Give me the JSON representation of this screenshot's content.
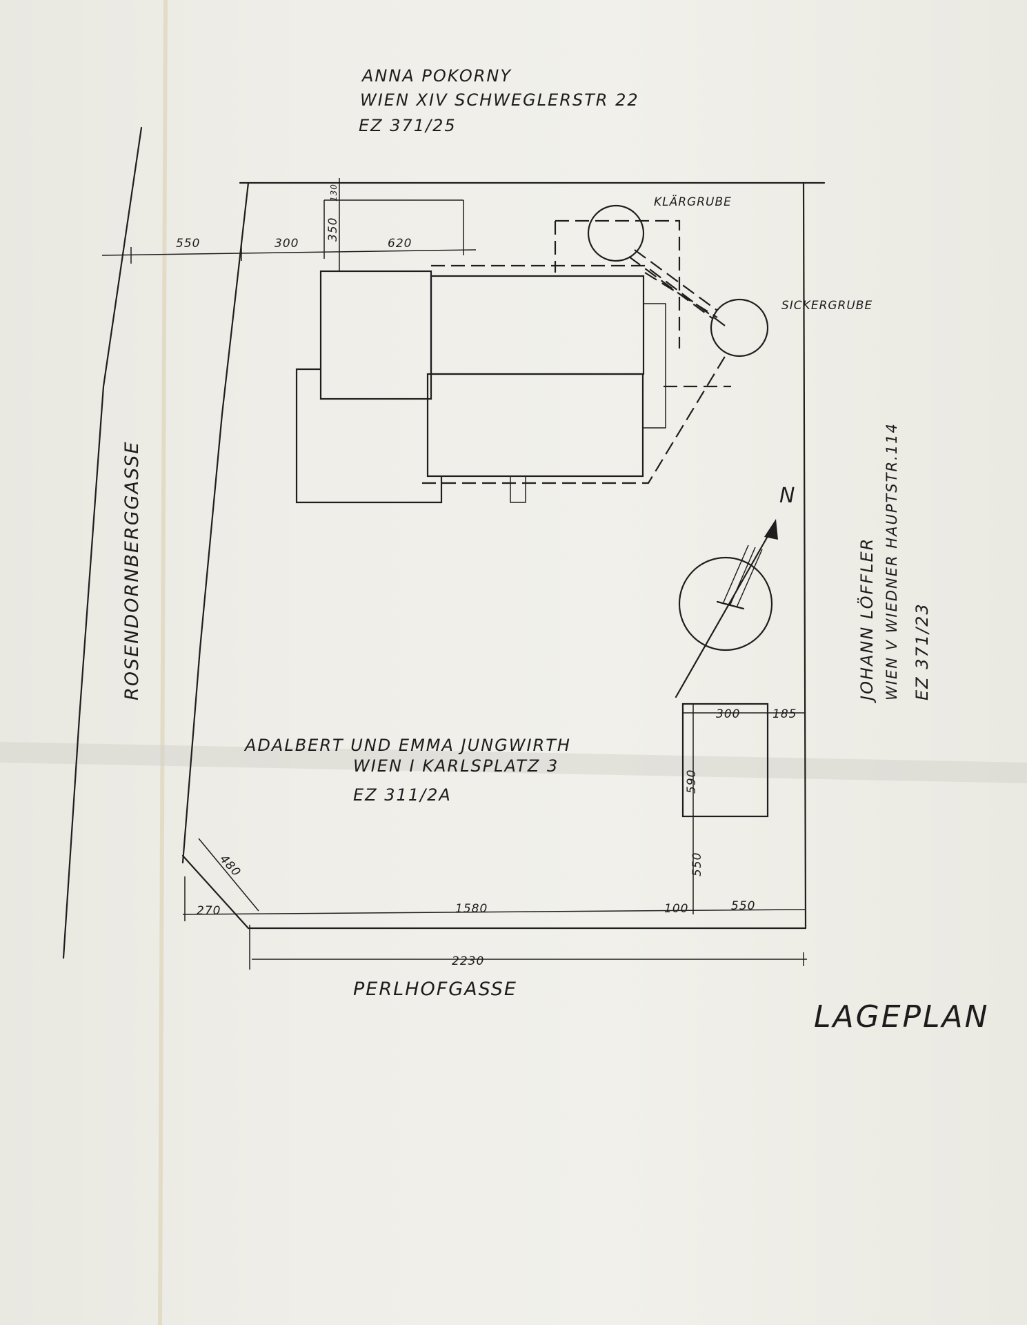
{
  "neighbors": {
    "north": {
      "line1": "ANNA POKORNY",
      "line2": "WIEN XIV  SCHWEGLERSTR 22",
      "line3": "EZ 371/25"
    },
    "east": {
      "line1": "JOHANN LÖFFLER",
      "line2": "WIEN V  WIEDNER HAUPTSTR.114",
      "line3": "EZ 371/23"
    },
    "owner": {
      "line1": "ADALBERT UND EMMA JUNGWIRTH",
      "line2": "WIEN I  KARLSPLATZ 3",
      "line3": "EZ 311/2A"
    }
  },
  "streets": {
    "west": "ROSENDORNBERGGASSE",
    "south": "PERLHOFGASSE"
  },
  "labels": {
    "klaergrube": "KLÄRGRUBE",
    "sickergrube": "SICKERGRUBE",
    "north_arrow": "N",
    "title": "LAGEPLAN"
  },
  "dimensions": {
    "d550_top": "550",
    "d300_top": "300",
    "d620": "620",
    "d350": "350",
    "d130": "130",
    "d300_garage": "300",
    "d185": "185",
    "d590": "590",
    "d550_side": "550",
    "d480": "480",
    "d270": "270",
    "d1580": "1580",
    "d100": "100",
    "d550_bottom": "550",
    "d2230": "2230"
  }
}
